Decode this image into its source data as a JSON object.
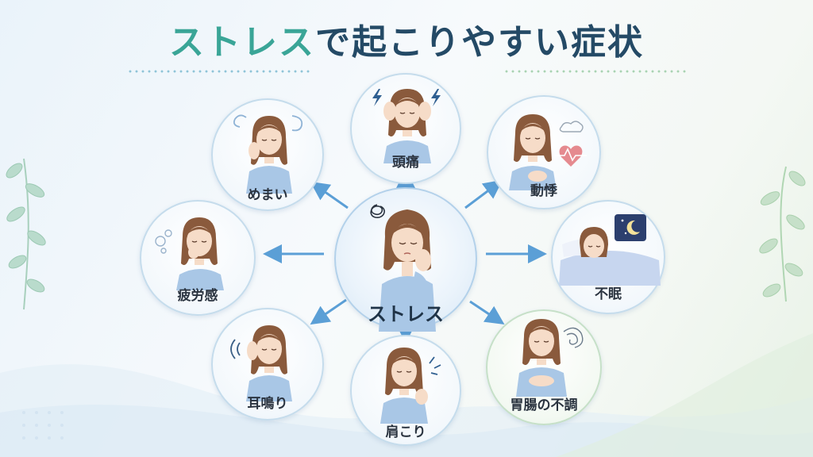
{
  "title": {
    "accent": "ストレス",
    "rest": "で起こりやすい症状"
  },
  "center": {
    "label": "ストレス"
  },
  "symptoms": [
    {
      "label": "めまい",
      "icon": "dizzy-swirl-icon"
    },
    {
      "label": "頭痛",
      "icon": "lightning-icon"
    },
    {
      "label": "動悸",
      "icon": "heartbeat-icon"
    },
    {
      "label": "疲労感",
      "icon": "sigh-bubble-icon"
    },
    {
      "label": "不眠",
      "icon": "moon-stars-icon"
    },
    {
      "label": "耳鳴り",
      "icon": "sound-wave-icon"
    },
    {
      "label": "肩こり",
      "icon": "pain-spark-icon"
    },
    {
      "label": "胃腸の不調",
      "icon": "stomach-swirl-icon"
    }
  ],
  "colors": {
    "accent": "#3aa597",
    "title": "#244a66",
    "arrow": "#5b9fd6",
    "hair": "#8a5a3c",
    "skin": "#f6dcc8",
    "shirt": "#a9c7e6"
  }
}
